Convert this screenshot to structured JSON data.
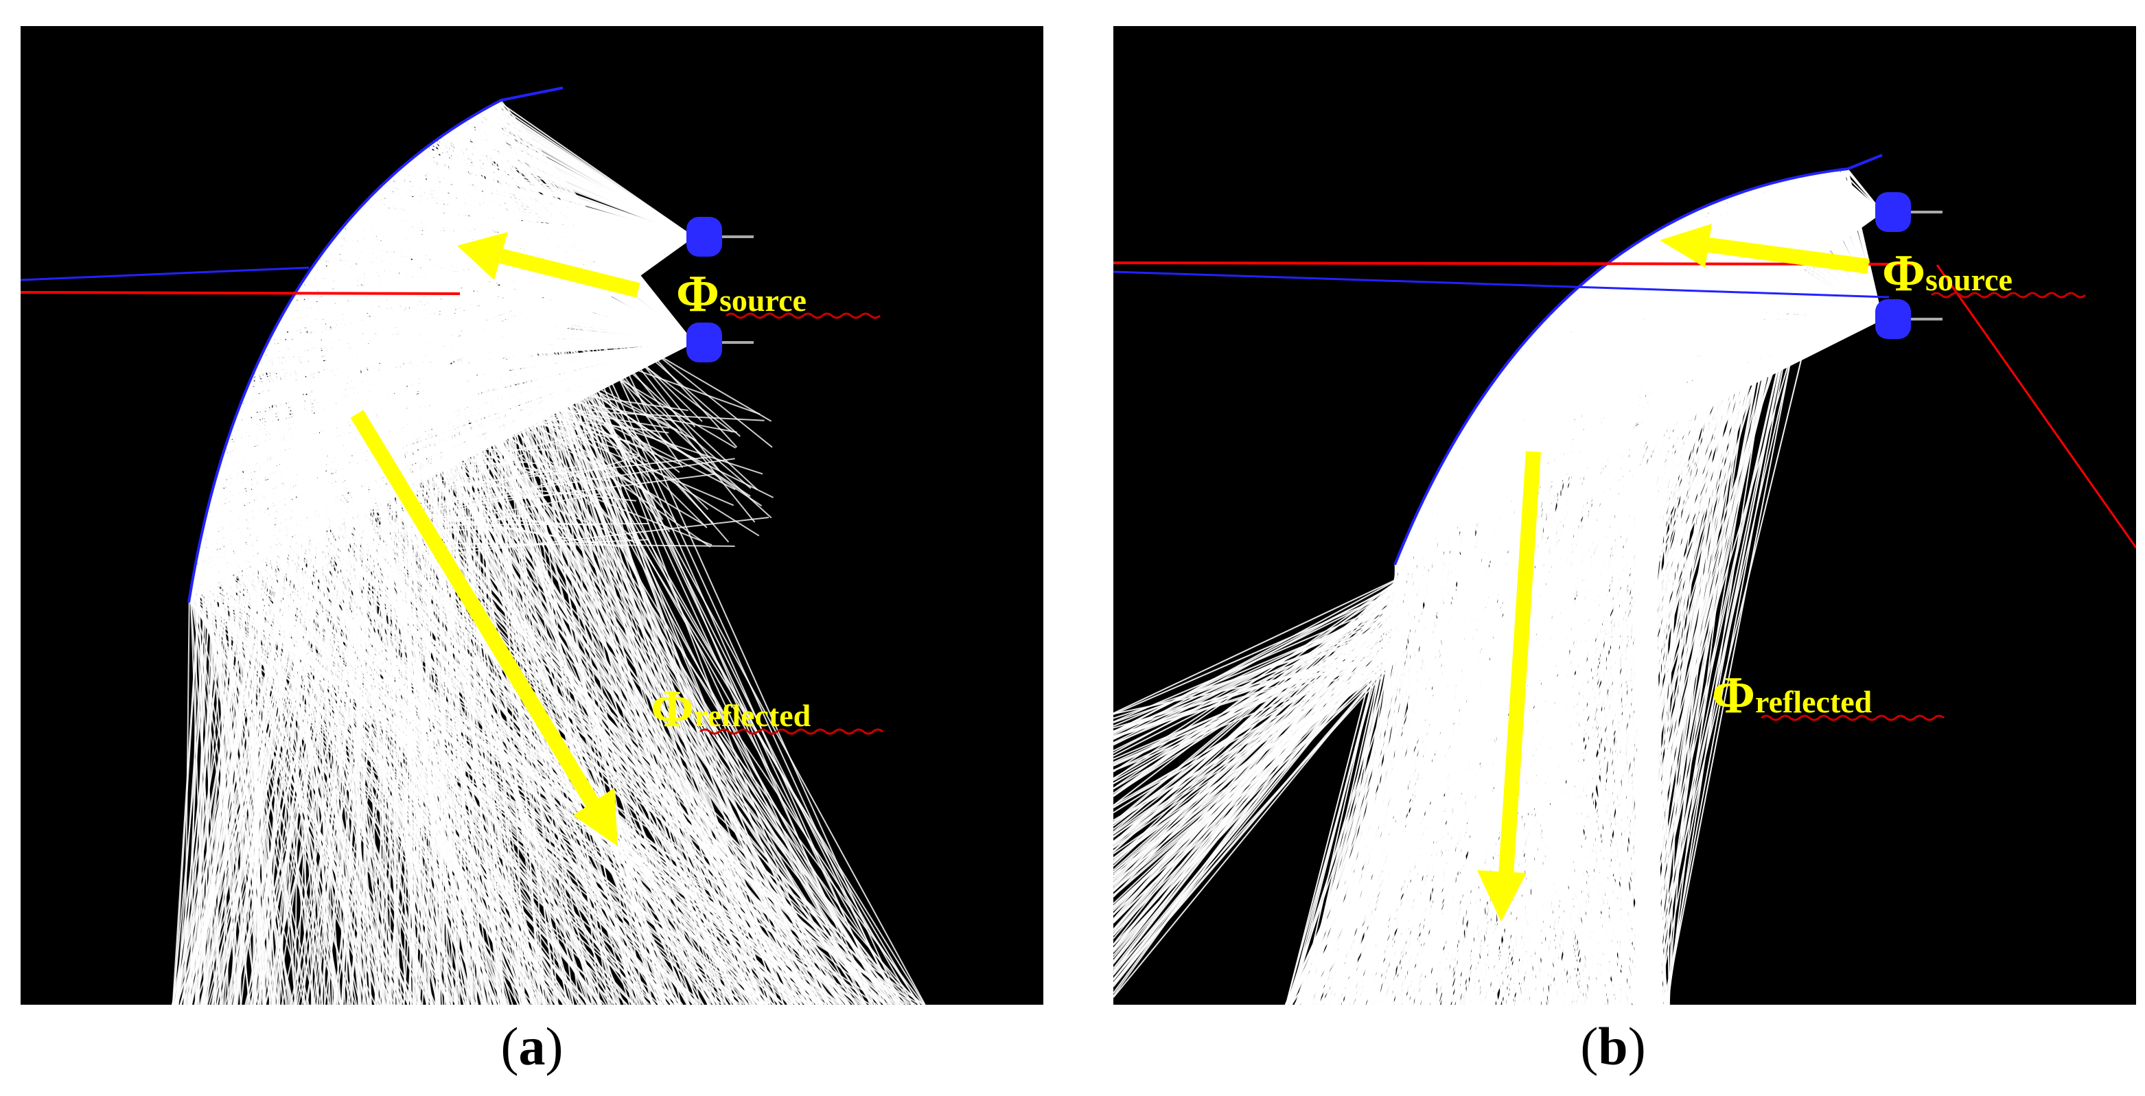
{
  "panels": [
    {
      "id": "a",
      "caption_letter": "a",
      "labels": {
        "source_symbol": "Φ",
        "source_sub": "source",
        "reflected_symbol": "Φ",
        "reflected_sub": "reflected"
      }
    },
    {
      "id": "b",
      "caption_letter": "b",
      "labels": {
        "source_symbol": "Φ",
        "source_sub": "source",
        "reflected_symbol": "Φ",
        "reflected_sub": "reflected"
      }
    }
  ],
  "colors": {
    "background": "#000000",
    "rays": "#ffffff",
    "arrow": "#ffff00",
    "label_text": "#ffff00",
    "led": "#2b2bff",
    "reflector": "#1a1aff",
    "red_ray": "#ff0000",
    "blue_ray": "#3333ff",
    "squiggle": "#cc0000"
  },
  "icons": [
    "led-source-icon",
    "arrow-icon"
  ]
}
